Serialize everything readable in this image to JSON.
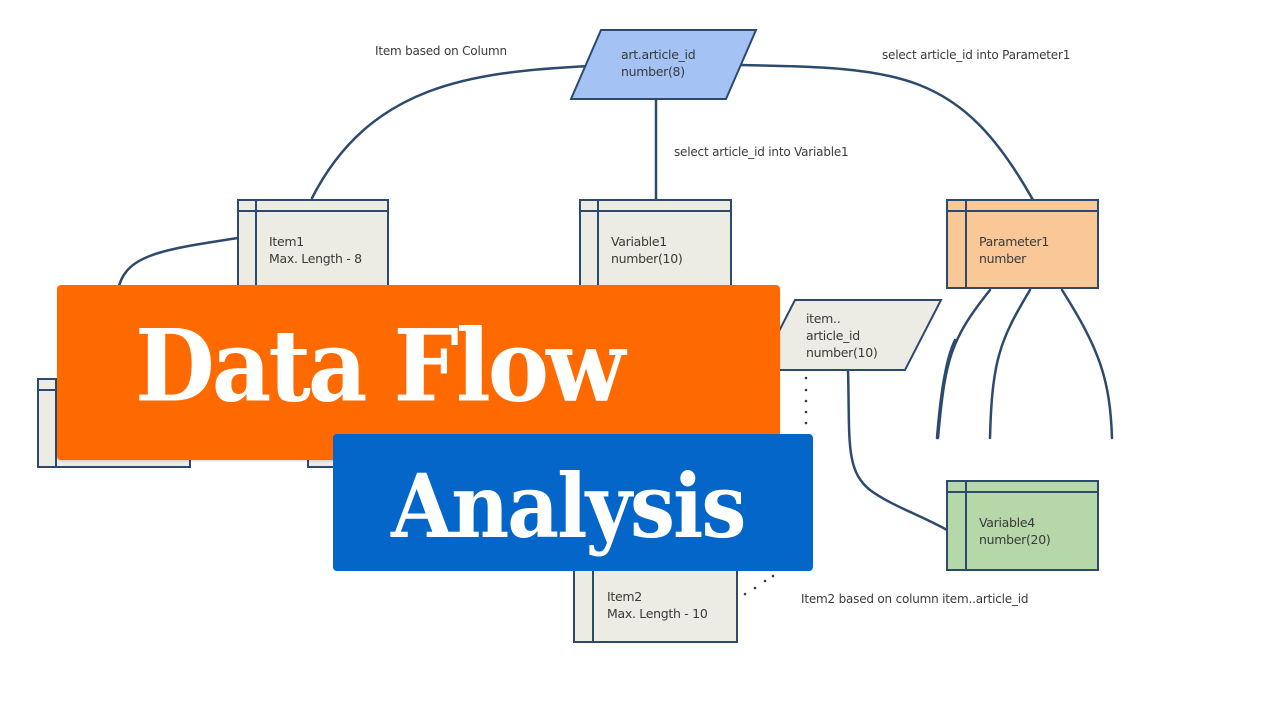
{
  "title": {
    "line1": "Data Flow",
    "line2": "Analysis",
    "line1_bg": "#ff6a00",
    "line2_bg": "#0466c8",
    "text_color": "#ffffff"
  },
  "colors": {
    "line": "#2c4a6e",
    "box_default": "#ecebe4",
    "box_blue": "#a4c2f4",
    "box_orange": "#f9c896",
    "box_green": "#b6d7a8"
  },
  "nodes": {
    "source": {
      "lines": [
        "art.article_id",
        "number(8)"
      ],
      "shape": "parallelogram",
      "fill": "blue"
    },
    "item1": {
      "lines": [
        "Item1",
        "Max. Length - 8"
      ],
      "shape": "table-box",
      "fill": "default"
    },
    "variable1": {
      "lines": [
        "Variable1",
        "number(10)"
      ],
      "shape": "table-box",
      "fill": "default"
    },
    "parameter1": {
      "lines": [
        "Parameter1",
        "number"
      ],
      "shape": "table-box",
      "fill": "orange"
    },
    "item_article": {
      "lines": [
        "item..",
        "article_id",
        "number(10)"
      ],
      "shape": "parallelogram",
      "fill": "default"
    },
    "variable4": {
      "lines": [
        "Variable4",
        "number(20)"
      ],
      "shape": "table-box",
      "fill": "green"
    },
    "item2": {
      "lines": [
        "Item2",
        "Max. Length - 10"
      ],
      "shape": "table-box",
      "fill": "default"
    }
  },
  "edge_labels": {
    "item_based_on_column": "Item  based on Column",
    "into_parameter1": "select article_id into Parameter1",
    "into_variable1": "select article_id into Variable1",
    "item2_based_on_column": "Item2 based on column item..article_id"
  }
}
